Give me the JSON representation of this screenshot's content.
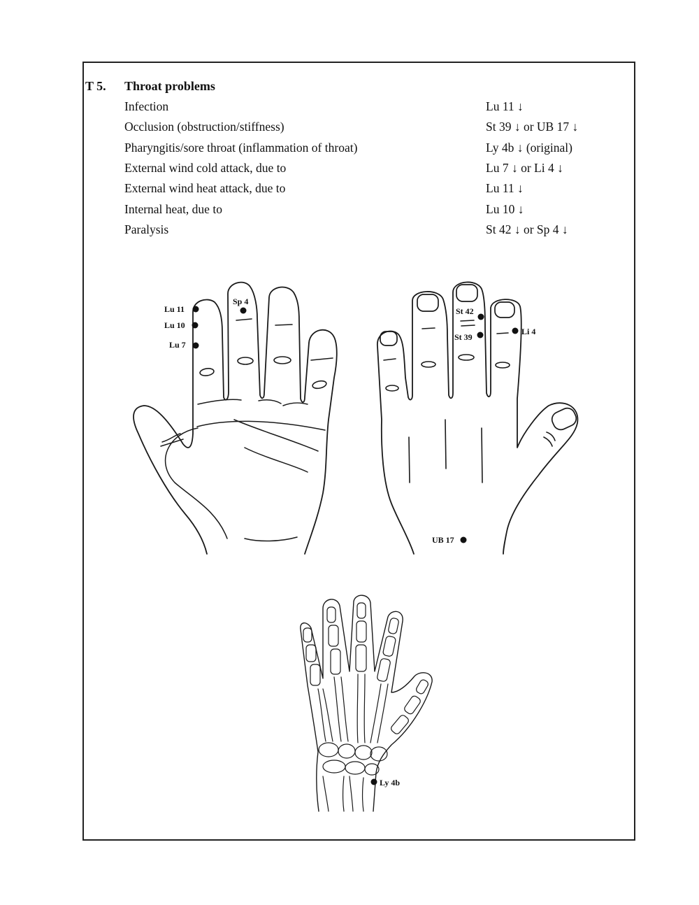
{
  "section": {
    "number": "T 5.",
    "title": "Throat problems",
    "rows": [
      {
        "condition": "Infection",
        "points": "Lu 11 ↓"
      },
      {
        "condition": "Occlusion (obstruction/stiffness)",
        "points": "St 39 ↓ or UB 17 ↓"
      },
      {
        "condition": "Pharyngitis/sore throat (inflammation of throat)",
        "points": "Ly 4b ↓ (original)"
      },
      {
        "condition": "External wind cold attack, due to",
        "points": "Lu 7 ↓ or Li 4 ↓"
      },
      {
        "condition": "External wind heat attack, due to",
        "points": "Lu 11 ↓"
      },
      {
        "condition": "Internal heat, due to",
        "points": "Lu 10 ↓"
      },
      {
        "condition": "Paralysis",
        "points": "St 42 ↓ or Sp 4 ↓"
      }
    ]
  },
  "diagram": {
    "palm_points": {
      "lu11": "Lu 11",
      "lu10": "Lu 10",
      "lu7": "Lu 7",
      "sp4": "Sp 4"
    },
    "back_points": {
      "st42": "St 42",
      "st39": "St 39",
      "li4": "Li 4",
      "ub17": "UB 17"
    },
    "skeleton_points": {
      "ly4b": "Ly 4b"
    }
  }
}
